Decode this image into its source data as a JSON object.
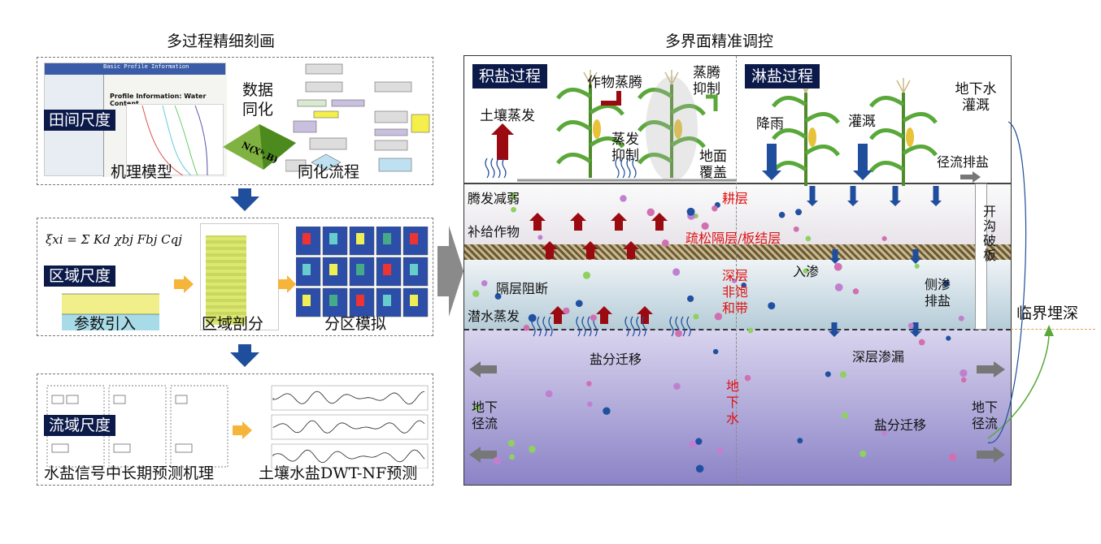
{
  "left": {
    "title": "多过程精细刻画",
    "field": {
      "scale": "田间尺度",
      "model": "机理模型",
      "assim": "数据同化",
      "flow": "同化流程",
      "window_title": "Basic Profile Information",
      "chart_title": "Profile Information: Water Content",
      "bell_label": "N(Xᵇ,B)"
    },
    "region": {
      "scale": "区域尺度",
      "formula": "ξxi = Σ Kd χbj Fbj Cqj",
      "params": "参数引入",
      "partition": "区域剖分",
      "simulation": "分区模拟"
    },
    "basin": {
      "scale": "流域尺度",
      "mechanism": "水盐信号中长期预测机理",
      "prediction": "土壤水盐DWT-NF预测"
    }
  },
  "right": {
    "title": "多界面精准调控",
    "salt_accum": "积盐过程",
    "salt_leach": "淋盐过程",
    "labels": {
      "crop_transp": "作物蒸腾",
      "transp_suppress": "蒸腾抑制",
      "soil_evap": "土壤蒸发",
      "evap_suppress": "蒸发抑制",
      "mulch": "地面覆盖",
      "rain": "降雨",
      "irrigation": "灌溉",
      "gw_irrigation": "地下水灌溉",
      "runoff_salt": "径流排盐",
      "et_reduce": "腾发减弱",
      "plow_layer": "耕层",
      "supply_crop": "补给作物",
      "loose_layer": "疏松隔层/板结层",
      "ditch": "开沟破板",
      "infiltration": "入渗",
      "deep_unsat": "深层非饱和带",
      "layer_block": "隔层阻断",
      "lateral_salt": "侧渗排盐",
      "phreatic_evap": "潜水蒸发",
      "salt_migration_1": "盐分迁移",
      "deep_leakage": "深层渗漏",
      "groundwater": "地下水",
      "gw_flow_left": "地下径流",
      "salt_migration_2": "盐分迁移",
      "gw_flow_right": "地下径流",
      "critical_depth": "临界埋深"
    },
    "colors": {
      "navy": "#0c1a4a",
      "red_arrow": "#9b0a10",
      "blue_arrow": "#1f4e9c",
      "green": "#5aa83a"
    }
  }
}
